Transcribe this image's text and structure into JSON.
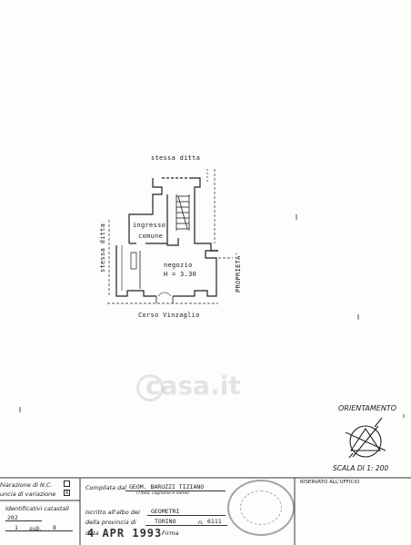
{
  "plan": {
    "top_label": "stessa ditta",
    "left_label": "stessa ditta",
    "right_label": "PROPRIETA'",
    "bottom_label": "Corso Vinzaglio",
    "room_entrance": "ingresso",
    "room_common": "comune",
    "room_shop": "negozio",
    "room_height": "H = 3.30"
  },
  "watermark": {
    "text": "casa.it"
  },
  "orientation": {
    "title": "ORIENTAMENTO",
    "scale": "SCALA DI 1: 200"
  },
  "footer": {
    "decl_nc": "hiarazione di N.C.",
    "decl_var": "uncia di variazione",
    "var_check": "X",
    "ids_title": "Identificativi catastali",
    "id_foglio": "202",
    "id_num": "1",
    "sub_label": "sub.",
    "sub_val": "8",
    "compiled_label": "Compilata dal",
    "compiled_name": "GEOM. BARUZZI TIZIANO",
    "compiled_hint": "(Titolo, cognome e nome)",
    "albo_label": "Iscritto all'albo dei",
    "albo_val": "GEOMETRI",
    "prov_label": "della provincia di",
    "prov_val": "TORINO",
    "n_label": "n.",
    "n_val": "6111",
    "date_label": "data",
    "date_val": "4 APR 1993",
    "firma_label": "Firma",
    "reserved": "RISERVATO ALL'UFFICIO"
  }
}
